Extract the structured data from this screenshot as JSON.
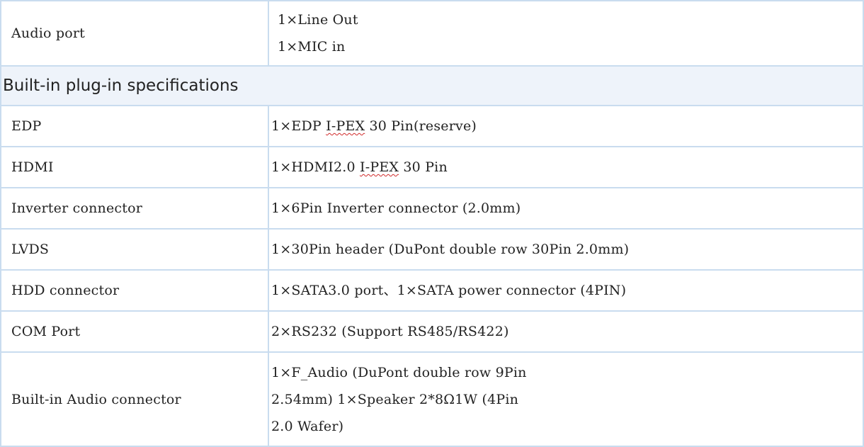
{
  "table": {
    "rows": [
      {
        "type": "spec",
        "label": "Audio port",
        "value_lines": [
          "1×Line Out",
          "1×MIC in"
        ]
      },
      {
        "type": "section",
        "title": "Built-in plug-in specifications"
      },
      {
        "type": "spec",
        "label": "EDP",
        "value_lines": [
          "1×EDP I-PEX 30 Pin(reserve)"
        ],
        "spellcheck_words": [
          "I-PEX"
        ]
      },
      {
        "type": "spec",
        "label": "HDMI",
        "value_lines": [
          "1×HDMI2.0 I-PEX 30 Pin"
        ],
        "spellcheck_words": [
          "I-PEX"
        ]
      },
      {
        "type": "spec",
        "label": "Inverter connector",
        "value_lines": [
          "1×6Pin Inverter connector (2.0mm)"
        ]
      },
      {
        "type": "spec",
        "label": "LVDS",
        "value_lines": [
          "1×30Pin header (DuPont double row 30Pin 2.0mm)"
        ]
      },
      {
        "type": "spec",
        "label": "HDD connector",
        "value_lines": [
          "1×SATA3.0 port、1×SATA power connector (4PIN)"
        ]
      },
      {
        "type": "spec",
        "label": "COM Port",
        "value_lines": [
          "2×RS232 (Support RS485/RS422)"
        ]
      },
      {
        "type": "spec",
        "label": "Built-in Audio connector",
        "value_lines": [
          "1×F_Audio (DuPont double row 9Pin",
          "2.54mm) 1×Speaker 2*8Ω1W (4Pin",
          "2.0 Wafer)"
        ]
      }
    ]
  },
  "colors": {
    "border": "#c9dcef",
    "section_background": "#eef3fa",
    "text": "#222222",
    "spellcheck_underline": "#d12b2b"
  }
}
